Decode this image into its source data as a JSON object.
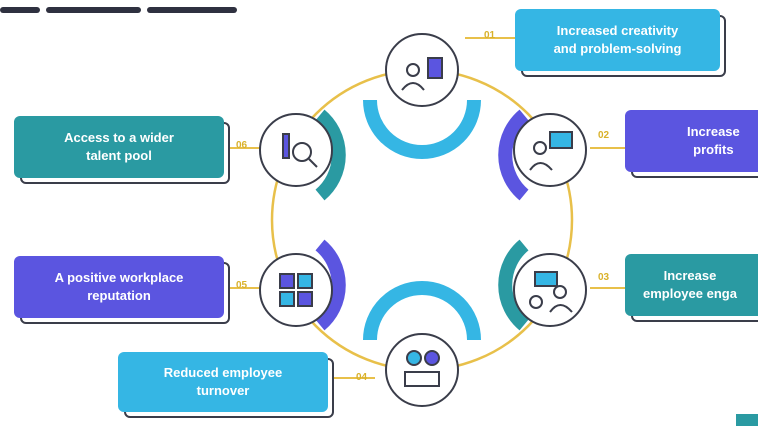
{
  "colors": {
    "teal": "#2a9aa2",
    "cyan": "#35b6e4",
    "purple": "#5b55e0",
    "gold": "#e8c04a",
    "outline": "#3a3d4a"
  },
  "nodes": [
    {
      "id": "01",
      "label": "Increased creativity\nand problem-solving",
      "color": "cyan",
      "icon": "team-ideas-icon"
    },
    {
      "id": "02",
      "label": "Increase\nprofits",
      "color": "purple",
      "icon": "presentation-icon"
    },
    {
      "id": "03",
      "label": "Increase\nemployee enga",
      "color": "teal",
      "icon": "employee-chart-icon"
    },
    {
      "id": "04",
      "label": "Reduced employee\nturnover",
      "color": "cyan",
      "icon": "dashboard-icon"
    },
    {
      "id": "05",
      "label": "A positive workplace\nreputation",
      "color": "purple",
      "icon": "group-icon"
    },
    {
      "id": "06",
      "label": "Access to a wider\ntalent pool",
      "color": "teal",
      "icon": "search-talent-icon"
    }
  ]
}
